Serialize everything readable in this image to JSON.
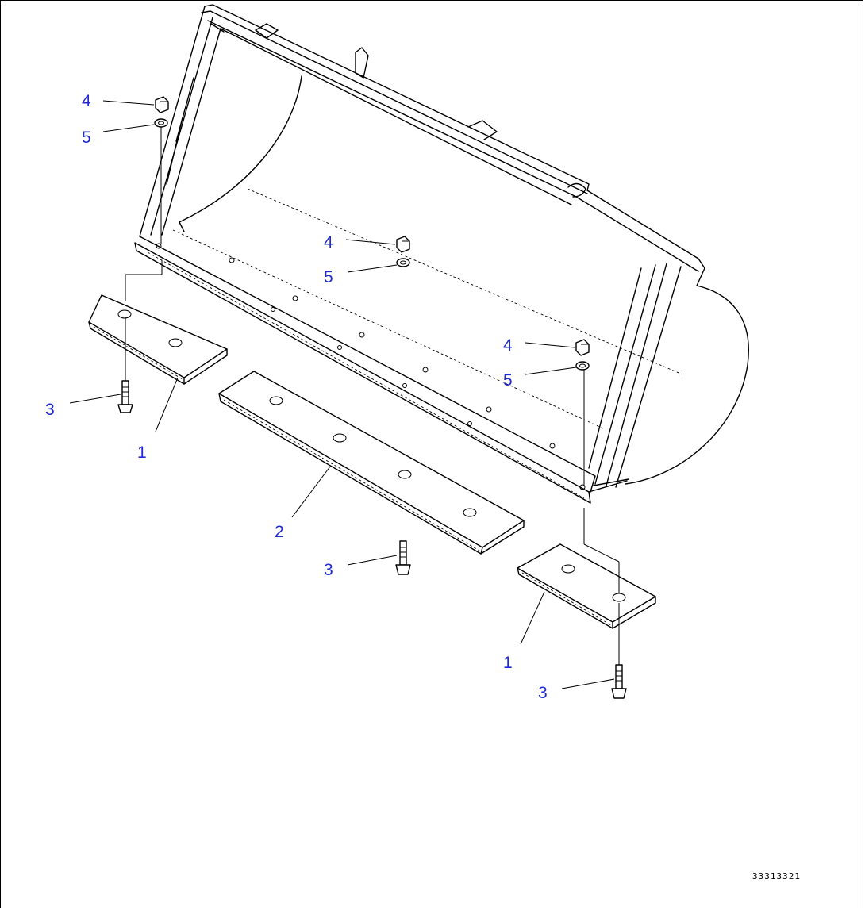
{
  "diagram": {
    "callouts": [
      {
        "id": "c4a",
        "text": "4"
      },
      {
        "id": "c5a",
        "text": "5"
      },
      {
        "id": "c4b",
        "text": "4"
      },
      {
        "id": "c5b",
        "text": "5"
      },
      {
        "id": "c4c",
        "text": "4"
      },
      {
        "id": "c5c",
        "text": "5"
      },
      {
        "id": "c3a",
        "text": "3"
      },
      {
        "id": "c1a",
        "text": "1"
      },
      {
        "id": "c2",
        "text": "2"
      },
      {
        "id": "c3b",
        "text": "3"
      },
      {
        "id": "c1b",
        "text": "1"
      },
      {
        "id": "c3c",
        "text": "3"
      }
    ],
    "drawing_code": "33313321",
    "callout_color": "#1f2ad6"
  }
}
